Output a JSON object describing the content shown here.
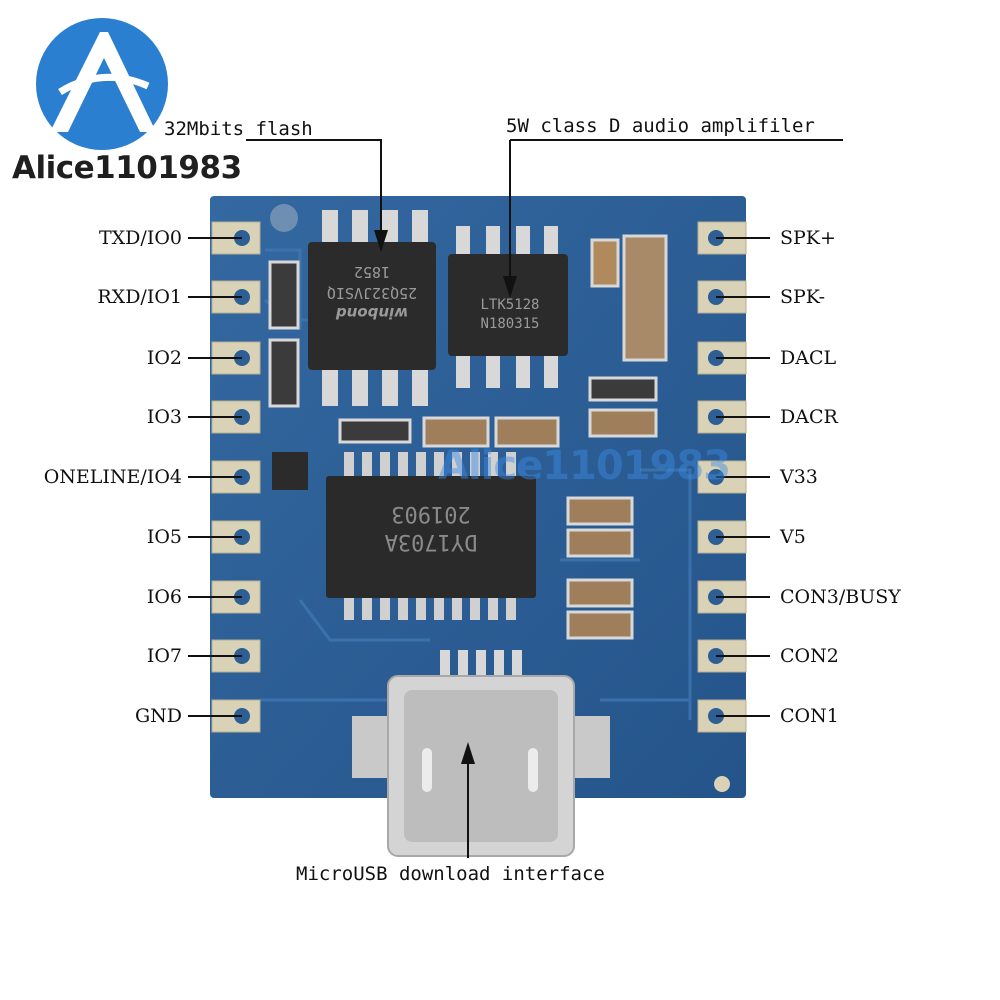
{
  "brand": {
    "name": "Alice1101983",
    "watermark": "Alice1101983",
    "logo_color": "#2a7fd0"
  },
  "callouts": {
    "flash": "32Mbits flash",
    "amplifier": "5W class D audio amplifiler",
    "usb": "MicroUSB download interface"
  },
  "chips": {
    "flash_chip": [
      "winbond",
      "25Q32JVSIQ",
      "1852"
    ],
    "amp_chip": [
      "LTK5128",
      "N180315"
    ],
    "main_chip": [
      "DY1703A",
      "201903"
    ]
  },
  "pins": {
    "left": [
      "TXD/IO0",
      "RXD/IO1",
      "IO2",
      "IO3",
      "ONELINE/IO4",
      "IO5",
      "IO6",
      "IO7",
      "GND"
    ],
    "right": [
      "SPK+",
      "SPK-",
      "DACL",
      "DACR",
      "V33",
      "V5",
      "CON3/BUSY",
      "CON2",
      "CON1"
    ]
  },
  "colors": {
    "pcb": "#2d5f95",
    "pcb_dark": "#1f4a78",
    "pad": "#d8d2b8",
    "chip": "#2b2b2b"
  }
}
